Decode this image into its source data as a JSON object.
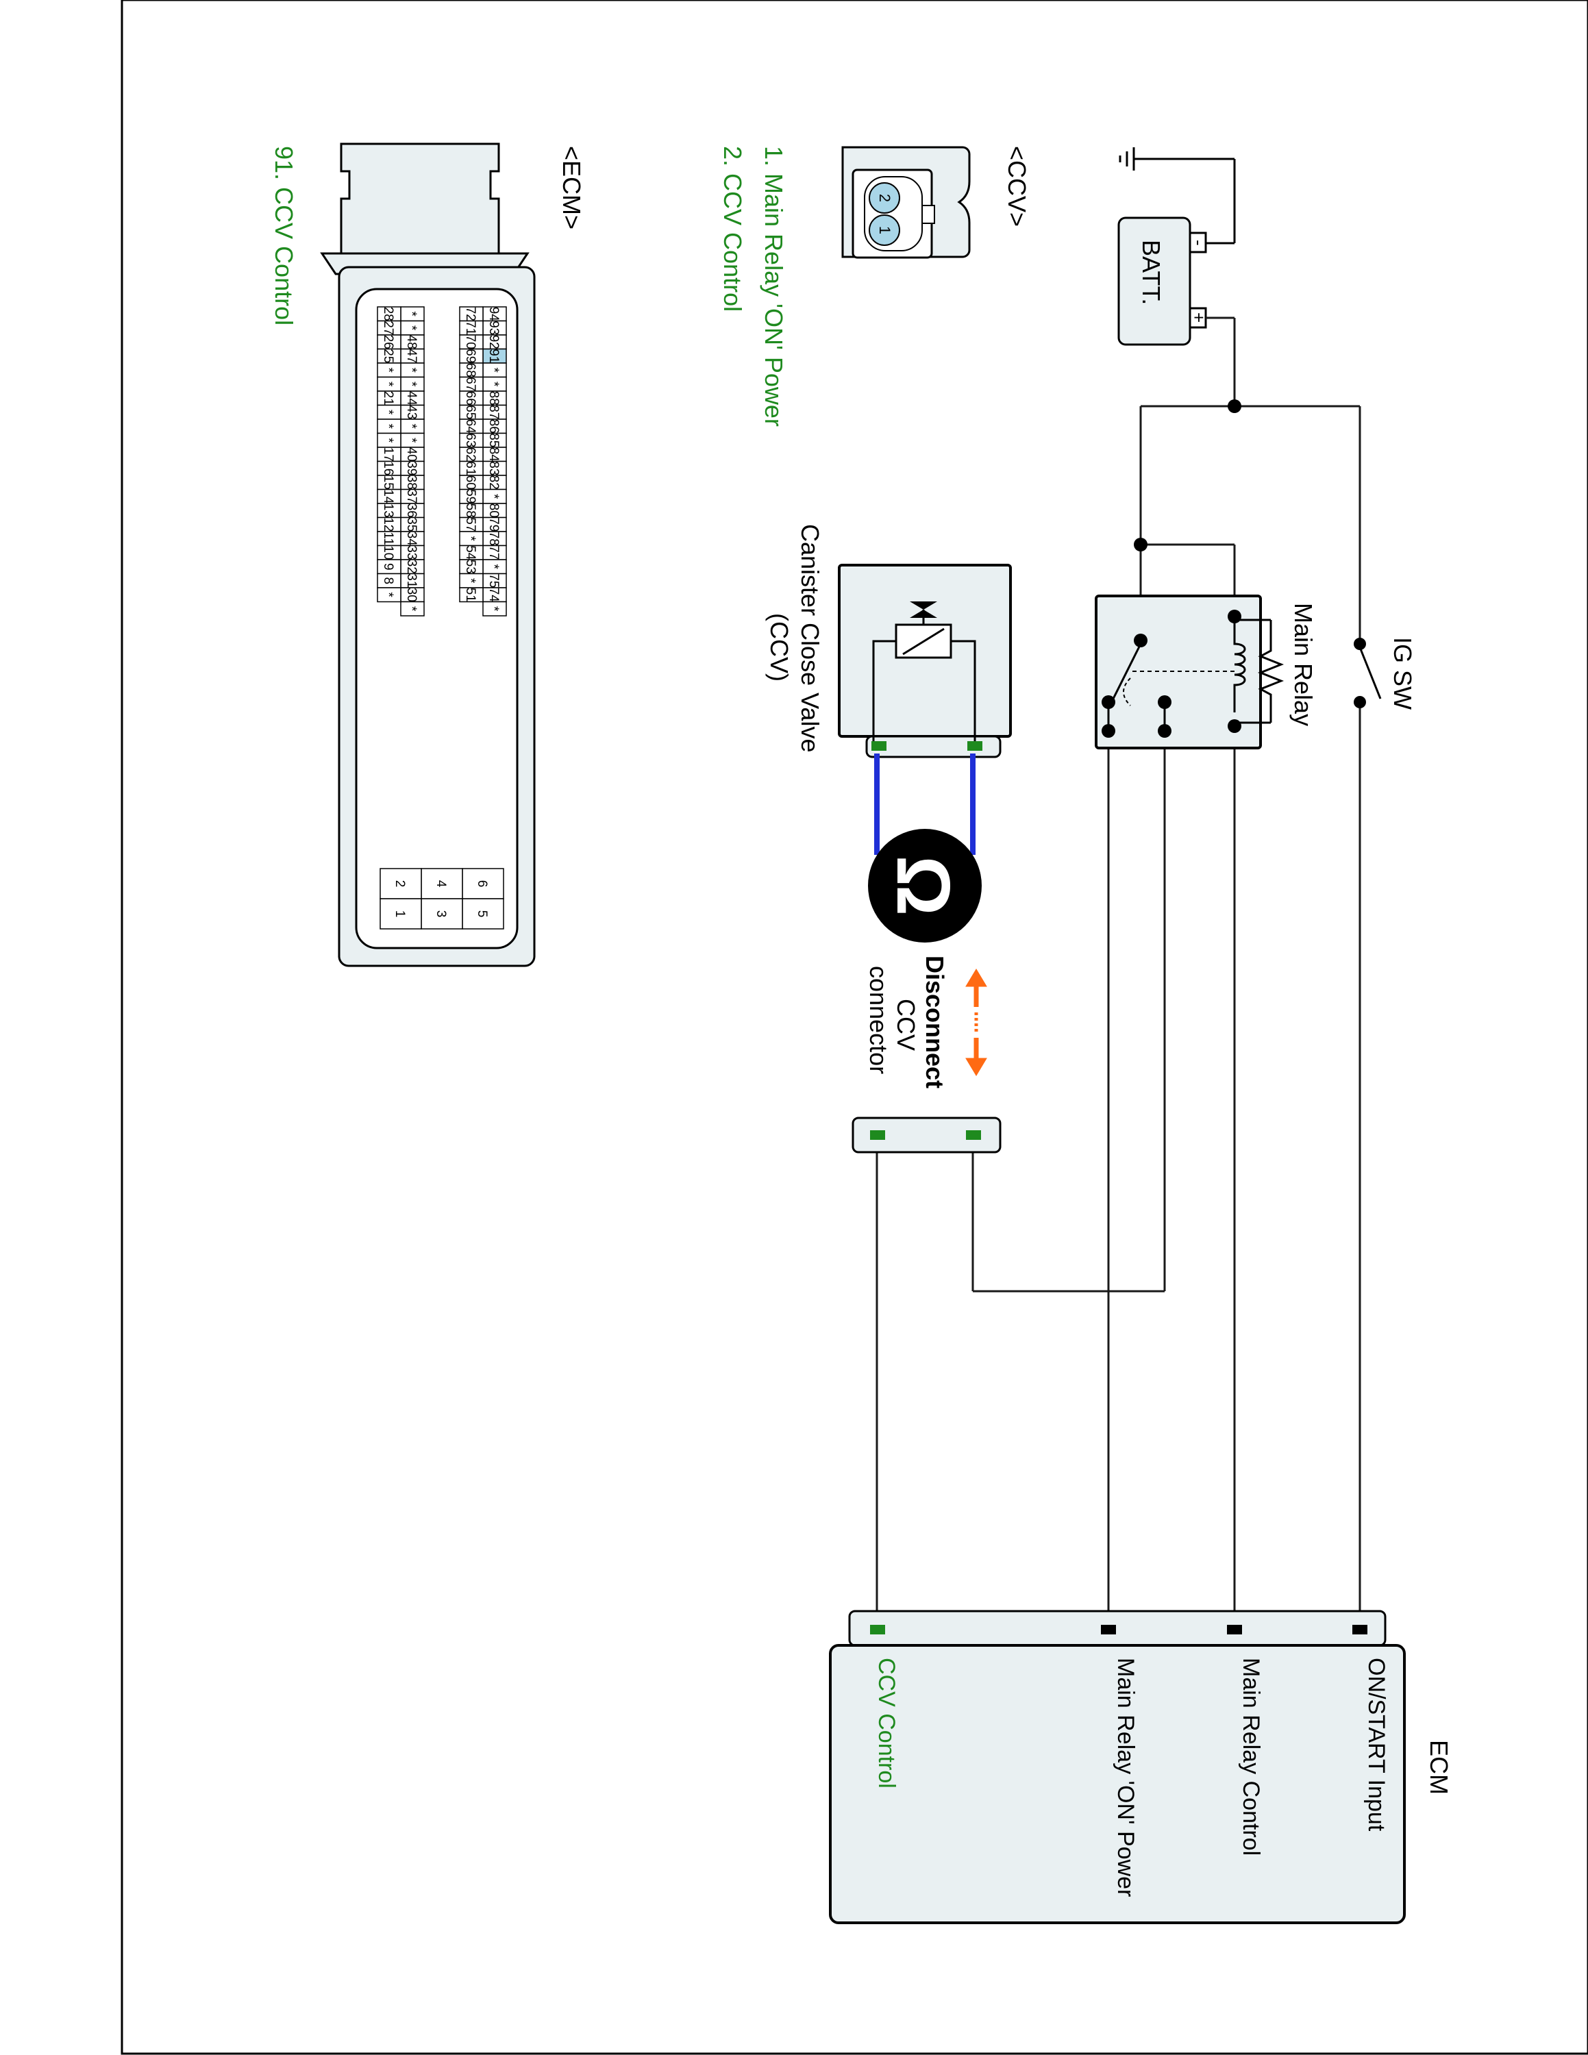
{
  "ccv_header": "<CCV>",
  "ccv_pins": [
    "1. Main Relay 'ON' Power",
    "2. CCV Control"
  ],
  "ccv_connector_pin_labels": [
    "2",
    "1"
  ],
  "ecm_header": "<ECM>",
  "ecm_pins": [
    "91. CCV Control"
  ],
  "battery_label": "BATT.",
  "battery_neg": "-",
  "battery_pos": "+",
  "ig_sw_label": "IG SW",
  "main_relay_label": "Main Relay",
  "ccv_component_label": [
    "Canister Close Valve",
    "(CCV)"
  ],
  "disconnect_label": [
    "Disconnect",
    "CCV",
    "connector"
  ],
  "ohm_symbol": "Ω",
  "ecm_box": {
    "title": "ECM",
    "terminals": [
      "ON/START Input",
      "Main Relay Control",
      "Main Relay 'ON' Power",
      "CCV Control"
    ]
  },
  "ecm_connector": {
    "highlight": "91",
    "top_row": [
      "94",
      "93",
      "92",
      "91",
      "*",
      "*",
      "88",
      "87",
      "86",
      "85",
      "84",
      "83",
      "82",
      "*",
      "80",
      "79",
      "78",
      "77",
      "*",
      "75",
      "74",
      "*"
    ],
    "row2": [
      "72",
      "71",
      "70",
      "69",
      "68",
      "67",
      "66",
      "65",
      "64",
      "63",
      "62",
      "61",
      "60",
      "59",
      "58",
      "57",
      "*",
      "54",
      "53",
      "*",
      "51"
    ],
    "row3": [
      "*",
      "*",
      "48",
      "47",
      "*",
      "*",
      "44",
      "43",
      "*",
      "*",
      "40",
      "39",
      "38",
      "37",
      "36",
      "35",
      "34",
      "33",
      "32",
      "31",
      "30",
      "*"
    ],
    "row4": [
      "28",
      "27",
      "26",
      "25",
      "*",
      "*",
      "21",
      "*",
      "*",
      "*",
      "17",
      "16",
      "15",
      "14",
      "13",
      "12",
      "11",
      "10",
      "9",
      "8",
      "*"
    ],
    "small_block": [
      [
        "6",
        "5"
      ],
      [
        "4",
        "3"
      ],
      [
        "2",
        "1"
      ]
    ]
  },
  "colors": {
    "wire": "#1a1a1a",
    "blue_wire": "#1f2fd6",
    "green_pin": "#1e8a1e",
    "arrow": "#ff6a13",
    "box_fill": "#e9f0f2",
    "highlight": "#a9d6e8"
  }
}
